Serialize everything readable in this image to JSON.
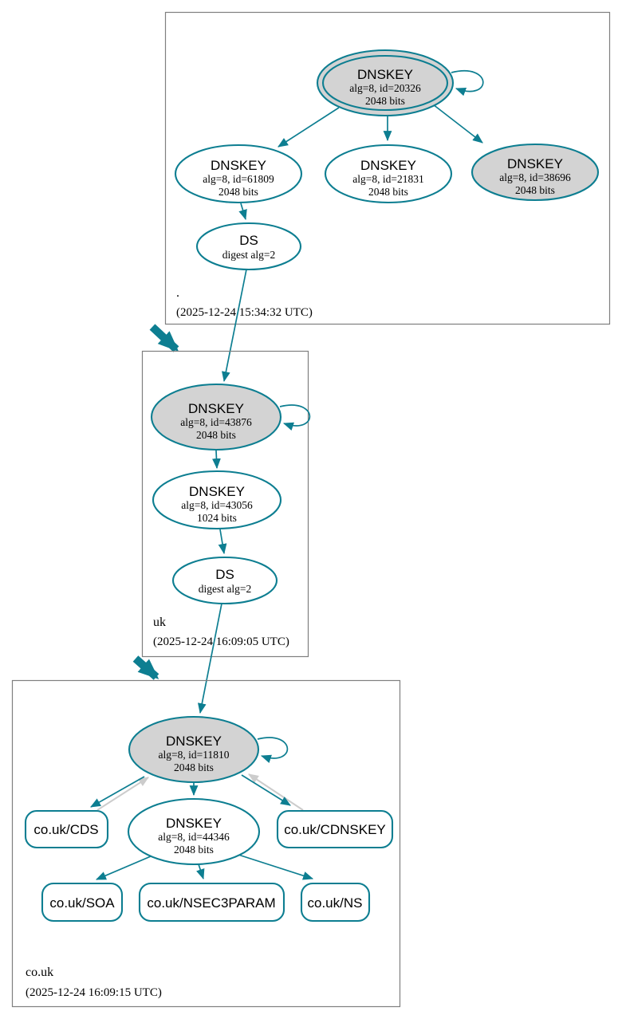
{
  "diagram": {
    "type": "dnssec-authentication-chain",
    "colors": {
      "edge_secure": "#0d7e91",
      "node_border": "#0d7e91",
      "ksk_fill": "#d3d3d3",
      "gray_edge": "#cccccc",
      "zone_box_border": "#7f7f7f",
      "text": "#000000"
    }
  },
  "root": {
    "name": ".",
    "timestamp": "(2025-12-24 15:34:32 UTC)",
    "ksk": {
      "title": "DNSKEY",
      "alg": "alg=8, id=20326",
      "size": "2048 bits"
    },
    "zsk1": {
      "title": "DNSKEY",
      "alg": "alg=8, id=61809",
      "size": "2048 bits"
    },
    "zsk2": {
      "title": "DNSKEY",
      "alg": "alg=8, id=21831",
      "size": "2048 bits"
    },
    "zsk3": {
      "title": "DNSKEY",
      "alg": "alg=8, id=38696",
      "size": "2048 bits"
    },
    "ds": {
      "title": "DS",
      "digest": "digest alg=2"
    }
  },
  "uk": {
    "name": "uk",
    "timestamp": "(2025-12-24 16:09:05 UTC)",
    "ksk": {
      "title": "DNSKEY",
      "alg": "alg=8, id=43876",
      "size": "2048 bits"
    },
    "zsk": {
      "title": "DNSKEY",
      "alg": "alg=8, id=43056",
      "size": "1024 bits"
    },
    "ds": {
      "title": "DS",
      "digest": "digest alg=2"
    }
  },
  "couk": {
    "name": "co.uk",
    "timestamp": "(2025-12-24 16:09:15 UTC)",
    "ksk": {
      "title": "DNSKEY",
      "alg": "alg=8, id=11810",
      "size": "2048 bits"
    },
    "zsk": {
      "title": "DNSKEY",
      "alg": "alg=8, id=44346",
      "size": "2048 bits"
    },
    "rrsets": {
      "cds": "co.uk/CDS",
      "cdnskey": "co.uk/CDNSKEY",
      "soa": "co.uk/SOA",
      "nsec3param": "co.uk/NSEC3PARAM",
      "ns": "co.uk/NS"
    }
  }
}
